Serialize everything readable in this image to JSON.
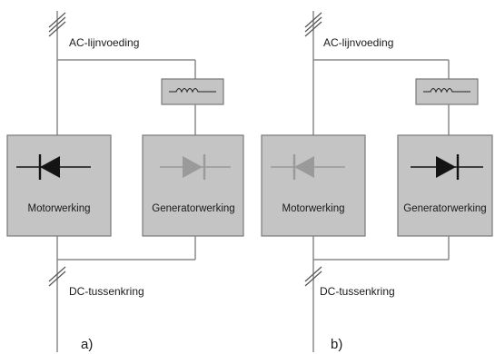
{
  "panels": [
    {
      "ac_label": "AC-lijnvoeding",
      "dc_label": "DC-tussenkring",
      "left_block_label": "Motorwerking",
      "right_block_label": "Generatorwerking",
      "panel_label": "a)",
      "left_active": true,
      "right_active": false
    },
    {
      "ac_label": "AC-lijnvoeding",
      "dc_label": "DC-tussenkring",
      "left_block_label": "Motorwerking",
      "right_block_label": "Generatorwerking",
      "panel_label": "b)",
      "left_active": false,
      "right_active": true
    }
  ],
  "colors": {
    "line": "#8a8a8a",
    "block_fill": "#c4c4c4",
    "block_border": "#7a7a7a",
    "diode_active": "#141414",
    "diode_inactive": "#9a9a9a",
    "text": "#1a1a1a"
  },
  "icons": {
    "block_symbol": "diode-icon",
    "filter_symbol": "inductor-icon"
  }
}
